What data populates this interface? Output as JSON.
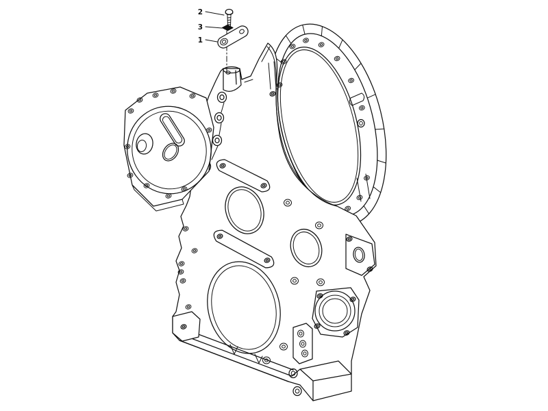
{
  "figure": {
    "kind": "exploded-parts-line-drawing",
    "background_color": "#ffffff",
    "line_color": "#111111",
    "subject_icon": "engine-timing-gear-housing"
  },
  "callouts": [
    {
      "label": "2",
      "part": "bolt"
    },
    {
      "label": "3",
      "part": "washer"
    },
    {
      "label": "1",
      "part": "clamp-plate"
    }
  ]
}
